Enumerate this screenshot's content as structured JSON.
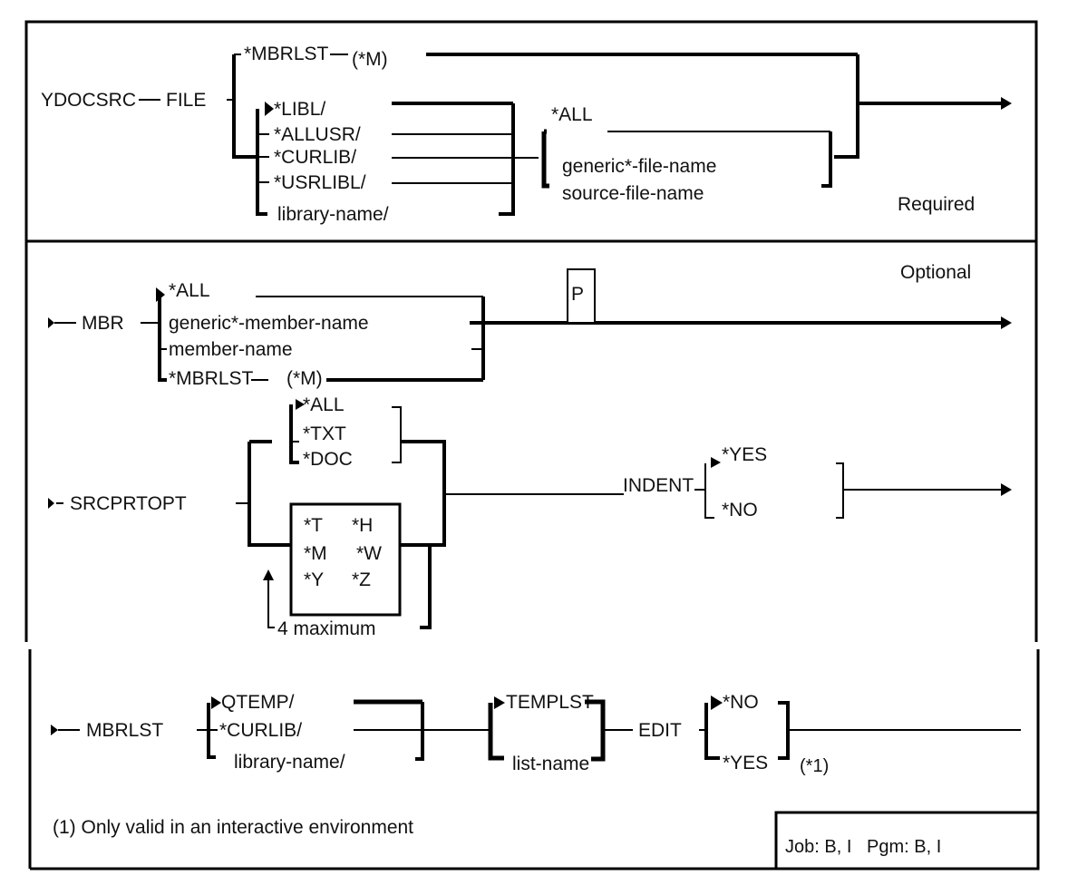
{
  "command": {
    "name": "YDOCSRC"
  },
  "section_required": {
    "label": "Required",
    "keyword": "FILE",
    "mbrlst_option": "*MBRLST",
    "mbrlst_note": "(*M)",
    "libraries": [
      "*LIBL/",
      "*ALLUSR/",
      "*CURLIB/",
      "*USRLIBL/",
      "library-name/"
    ],
    "files": [
      "*ALL",
      "generic*-file-name",
      "source-file-name"
    ]
  },
  "section_optional": {
    "label": "Optional",
    "positional_marker": "P",
    "mbr": {
      "keyword": "MBR",
      "options": [
        "*ALL",
        "generic*-member-name",
        "member-name",
        "*MBRLST"
      ],
      "mbrlst_note": "(*M)"
    },
    "srcprtopt": {
      "keyword": "SRCPRTOPT",
      "single_options": [
        "*ALL",
        "*TXT",
        "*DOC"
      ],
      "multi_options": [
        "*T",
        "*H",
        "*M",
        "*W",
        "*Y",
        "*Z"
      ],
      "repeat_note": "4 maximum"
    },
    "indent": {
      "keyword": "INDENT",
      "options": [
        "*YES",
        "*NO"
      ]
    }
  },
  "section_mbrlst": {
    "keyword": "MBRLST",
    "libraries": [
      "QTEMP/",
      "*CURLIB/",
      "library-name/"
    ],
    "lists": [
      "TEMPLST",
      "list-name"
    ],
    "edit": {
      "keyword": "EDIT",
      "options": [
        "*NO",
        "*YES"
      ],
      "footnote_ref": "(*1)"
    },
    "footnote": "(1) Only valid in an interactive environment",
    "environment": "Job: B, I   Pgm: B, I"
  }
}
